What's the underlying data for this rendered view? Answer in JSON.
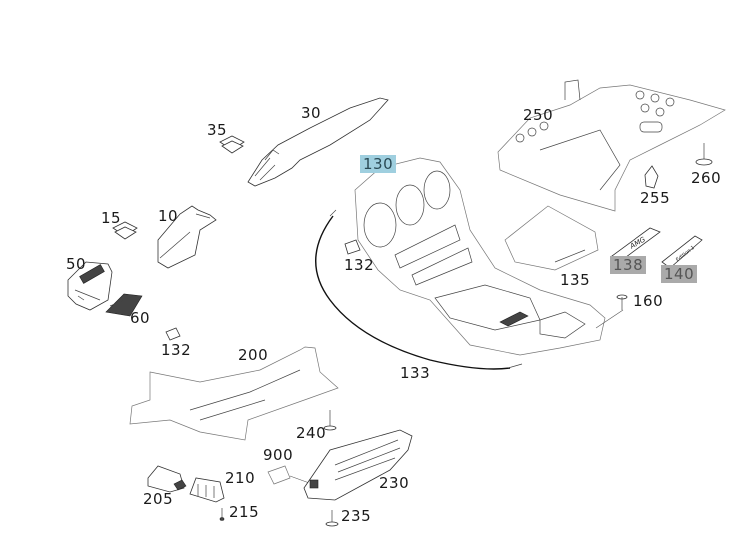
{
  "diagram": {
    "title": "Center console exploded parts diagram",
    "highlight_colors": {
      "selected": "#9fcfdf",
      "secondary": "#aaaaaa"
    },
    "parts": [
      {
        "id": "p10",
        "label": "10",
        "name": "trim-panel-left"
      },
      {
        "id": "p15",
        "label": "15",
        "name": "clip"
      },
      {
        "id": "p30",
        "label": "30",
        "name": "trim-strip-upper"
      },
      {
        "id": "p35",
        "label": "35",
        "name": "clip"
      },
      {
        "id": "p50",
        "label": "50",
        "name": "air-vent-housing"
      },
      {
        "id": "p60",
        "label": "60",
        "name": "switch-panel"
      },
      {
        "id": "p130",
        "label": "130",
        "name": "center-console-cover",
        "highlight": "selected"
      },
      {
        "id": "p132a",
        "label": "132",
        "name": "clip"
      },
      {
        "id": "p132b",
        "label": "132",
        "name": "clip"
      },
      {
        "id": "p133",
        "label": "133",
        "name": "cable"
      },
      {
        "id": "p135",
        "label": "135",
        "name": "mat-insert"
      },
      {
        "id": "p138",
        "label": "138",
        "name": "amg-emblem",
        "highlight": "secondary"
      },
      {
        "id": "p140",
        "label": "140",
        "name": "edition-1-emblem",
        "highlight": "secondary"
      },
      {
        "id": "p160",
        "label": "160",
        "name": "screw"
      },
      {
        "id": "p200",
        "label": "200",
        "name": "console-bracket"
      },
      {
        "id": "p205",
        "label": "205",
        "name": "connector-module"
      },
      {
        "id": "p210",
        "label": "210",
        "name": "connector-housing"
      },
      {
        "id": "p215",
        "label": "215",
        "name": "screw"
      },
      {
        "id": "p230",
        "label": "230",
        "name": "control-unit"
      },
      {
        "id": "p235",
        "label": "235",
        "name": "screw"
      },
      {
        "id": "p240",
        "label": "240",
        "name": "screw"
      },
      {
        "id": "p250",
        "label": "250",
        "name": "console-base-tray"
      },
      {
        "id": "p255",
        "label": "255",
        "name": "clip"
      },
      {
        "id": "p260",
        "label": "260",
        "name": "screw"
      },
      {
        "id": "p900",
        "label": "900",
        "name": "connector-plug"
      }
    ],
    "emblem_texts": {
      "amg": "AMG",
      "edition": "Edition 1"
    }
  }
}
